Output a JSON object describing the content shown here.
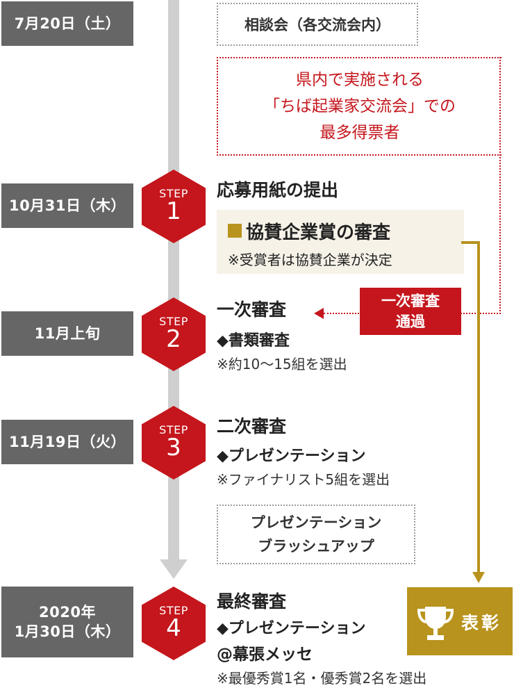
{
  "dates": {
    "d1": "7月20日（土）",
    "d2": "10月31日（木）",
    "d3": "11月上旬",
    "d4": "11月19日（火）",
    "d5_line1": "2020年",
    "d5_line2": "1月30日（木）"
  },
  "steps": [
    {
      "label": "STEP",
      "number": "1"
    },
    {
      "label": "STEP",
      "number": "2"
    },
    {
      "label": "STEP",
      "number": "3"
    },
    {
      "label": "STEP",
      "number": "4"
    }
  ],
  "consultation_label": "相談会（各交流会内）",
  "red_note": {
    "line1": "県内で実施される",
    "line2": "「ちば起業家交流会」での",
    "line3": "最多得票者"
  },
  "step1": {
    "title": "応募用紙の提出",
    "sponsor_title": "協賛企業賞の審査",
    "sponsor_note": "※受賞者は協賛企業が決定"
  },
  "pass_badge": {
    "line1": "一次審査",
    "line2": "通過"
  },
  "step2": {
    "title": "一次審査",
    "sub": "◆書類審査",
    "note": "※約10〜15組を選出"
  },
  "step3": {
    "title": "二次審査",
    "sub": "◆プレゼンテーション",
    "note": "※ファイナリスト5組を選出"
  },
  "brushup": {
    "line1": "プレゼンテーション",
    "line2": "ブラッシュアップ"
  },
  "step4": {
    "title": "最終審査",
    "sub1": "◆プレゼンテーション",
    "sub2": "@幕張メッセ",
    "note": "※最優秀賞1名・優秀賞2名を選出"
  },
  "award": {
    "label": "表彰"
  },
  "colors": {
    "red": "#c4161c",
    "gold": "#b8931d",
    "gray": "#666666",
    "line": "#cfcfcf"
  }
}
